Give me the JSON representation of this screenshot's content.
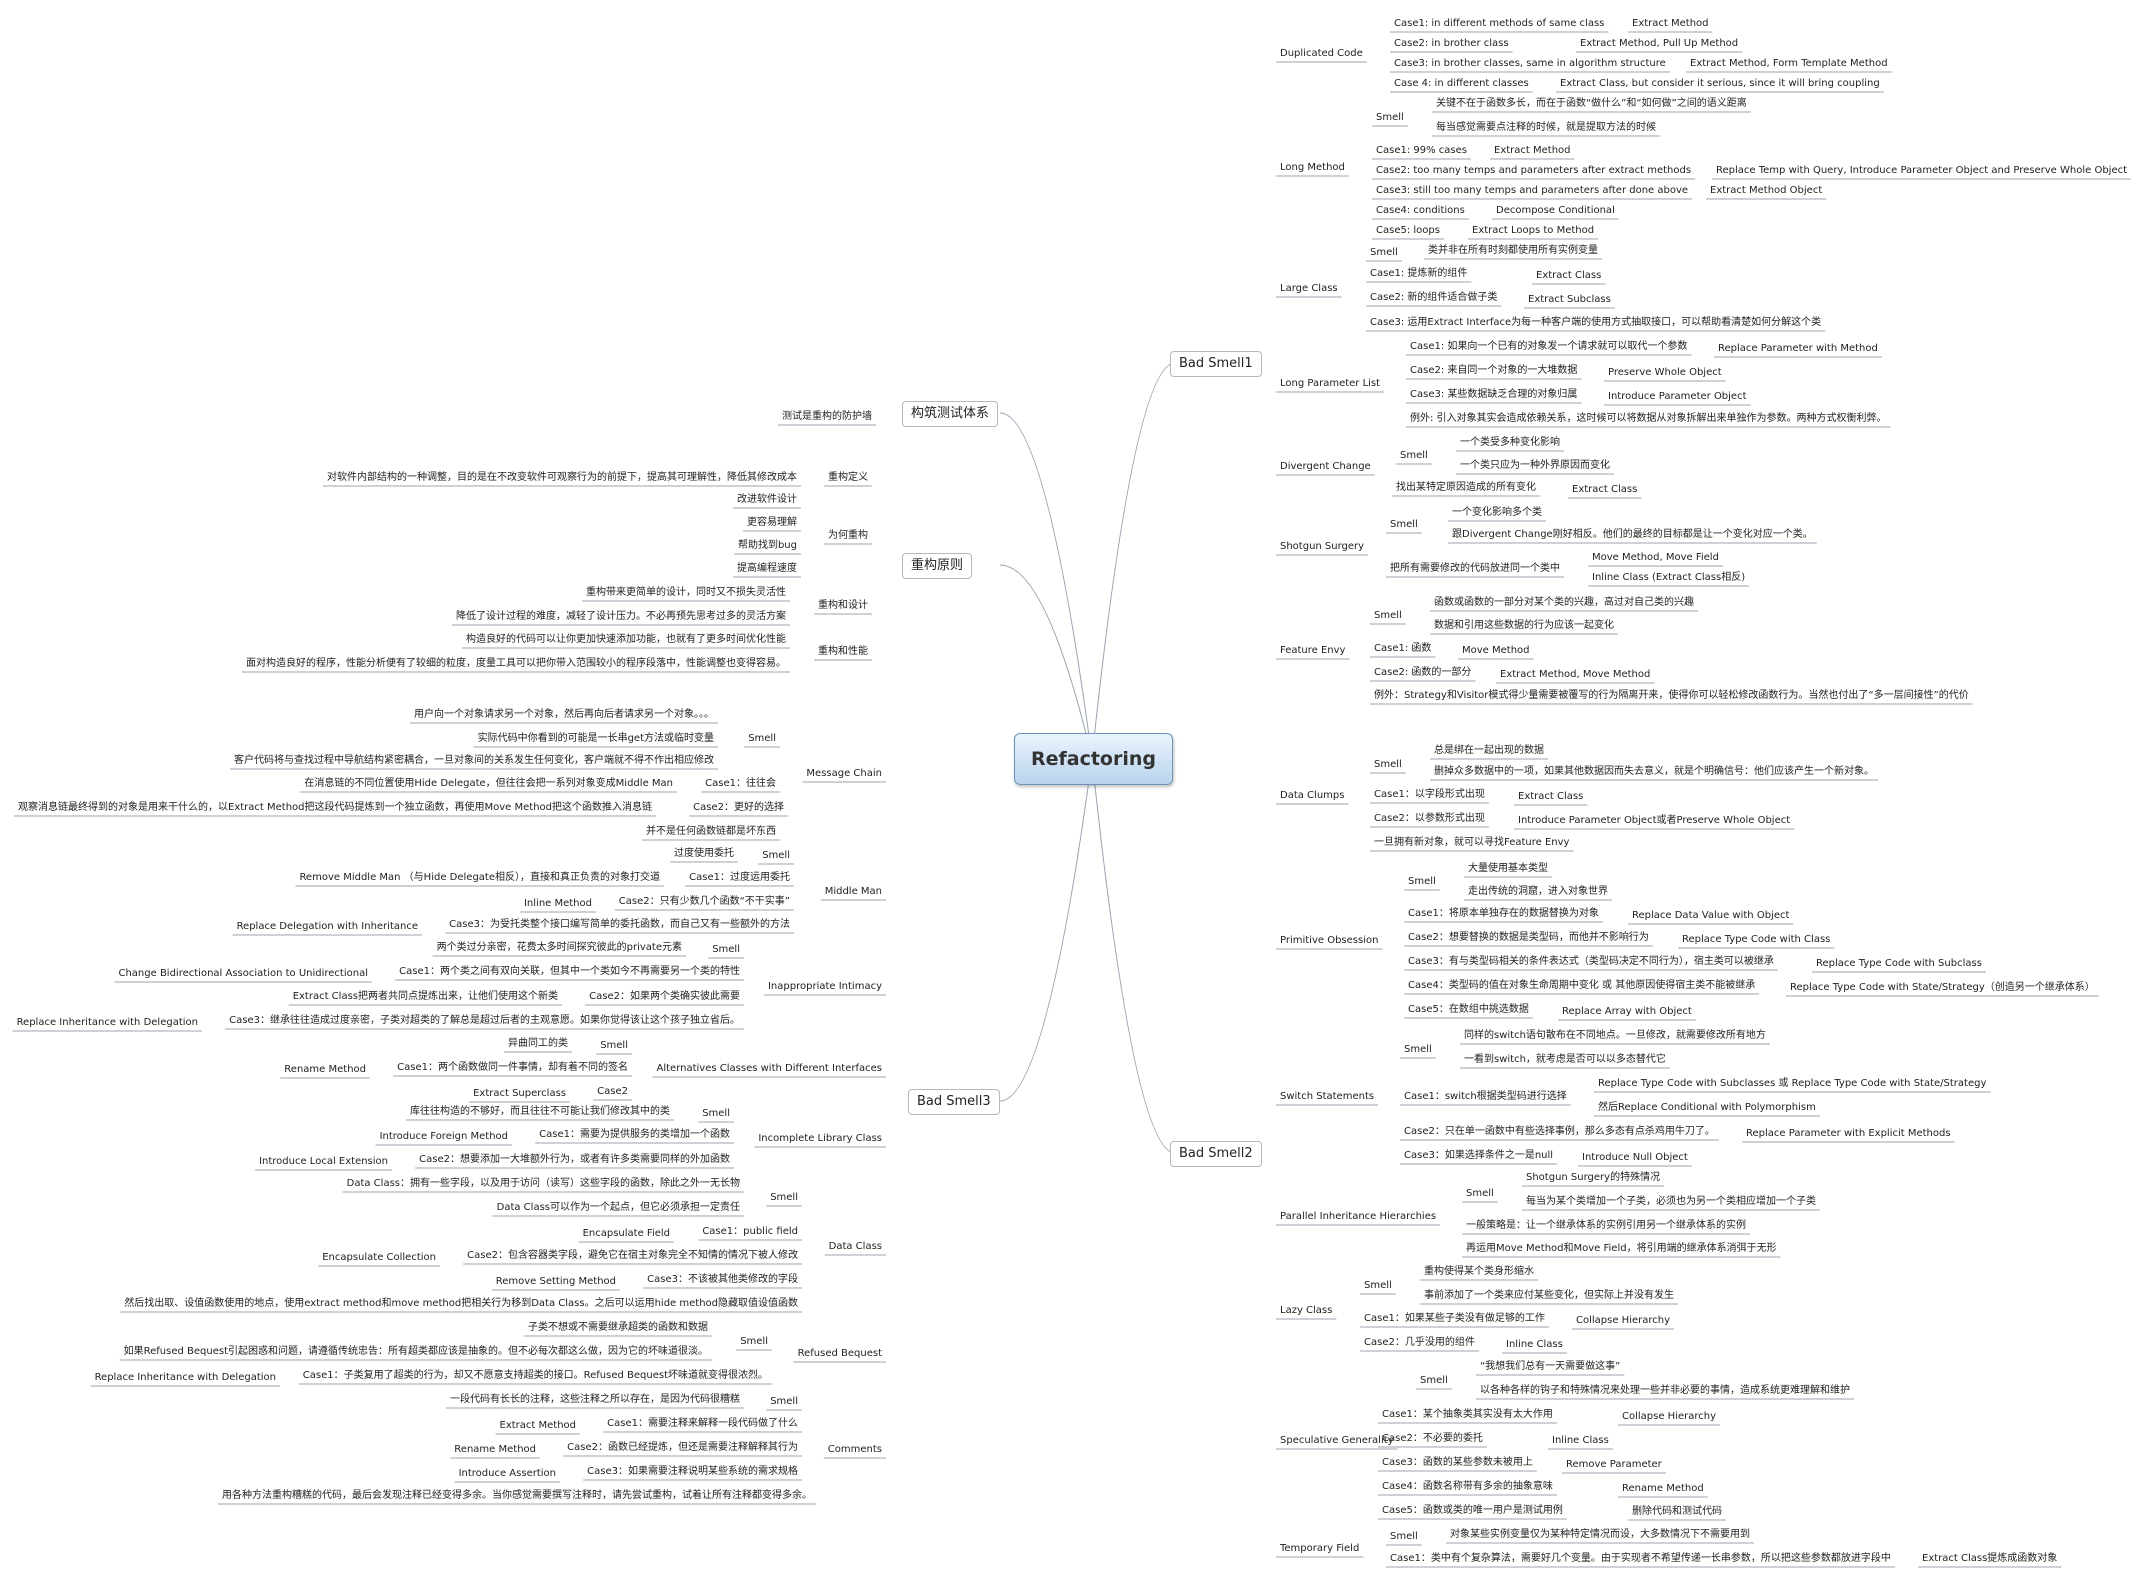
{
  "root": "Refactoring",
  "colors": {
    "line": "#9aa4b2",
    "root_border": "#6e93b8",
    "collapse": "#4a7fb5"
  },
  "main_branches": [
    "Bad Smell1",
    "Bad Smell2",
    "Bad Smell3",
    "构筑测试体系",
    "重构原则"
  ],
  "r": [
    [
      "Duplicated Code",
      1280,
      48
    ],
    [
      "Case1: in different methods of same class",
      1394,
      18
    ],
    [
      "Extract Method",
      1632,
      18
    ],
    [
      "Case2: in brother class",
      1394,
      38
    ],
    [
      "Extract Method, Pull Up Method",
      1580,
      38
    ],
    [
      "Case3: in brother classes, same in algorithm structure",
      1394,
      58
    ],
    [
      "Extract Method, Form Template Method",
      1690,
      58
    ],
    [
      "Case 4: in different classes",
      1394,
      78
    ],
    [
      "Extract Class, but consider it serious, since it will bring coupling",
      1560,
      78
    ],
    [
      "Long Method",
      1280,
      162
    ],
    [
      "Smell",
      1376,
      112
    ],
    [
      "关键不在于函数多长，而在于函数“做什么”和“如何做”之间的语义距离",
      1436,
      98
    ],
    [
      "每当感觉需要点注释的时候，就是提取方法的时候",
      1436,
      122
    ],
    [
      "Case1: 99% cases",
      1376,
      145
    ],
    [
      "Extract Method",
      1494,
      145
    ],
    [
      "Case2: too many temps and parameters after extract methods",
      1376,
      165
    ],
    [
      "Replace Temp with Query, Introduce Parameter Object and Preserve Whole Object",
      1716,
      165
    ],
    [
      "Case3: still too many temps and parameters after done above",
      1376,
      185
    ],
    [
      "Extract Method Object",
      1710,
      185
    ],
    [
      "Case4: conditions",
      1376,
      205
    ],
    [
      "Decompose Conditional",
      1496,
      205
    ],
    [
      "Case5: loops",
      1376,
      225
    ],
    [
      "Extract Loops to Method",
      1472,
      225
    ],
    [
      "Large Class",
      1280,
      283
    ],
    [
      "Smell",
      1370,
      247
    ],
    [
      "类并非在所有时刻都使用所有实例变量",
      1428,
      245
    ],
    [
      "Case1: 提炼新的组件",
      1370,
      268
    ],
    [
      "Extract Class",
      1536,
      270
    ],
    [
      "Case2: 新的组件适合做子类",
      1370,
      292
    ],
    [
      "Extract Subclass",
      1528,
      294
    ],
    [
      "Case3: 运用Extract Interface为每一种客户端的使用方式抽取接口，可以帮助看清楚如何分解这个类",
      1370,
      317
    ],
    [
      "Long Parameter List",
      1280,
      378
    ],
    [
      "Case1: 如果向一个已有的对象发一个请求就可以取代一个参数",
      1410,
      341
    ],
    [
      "Replace Parameter with Method",
      1718,
      343
    ],
    [
      "Case2: 来自同一个对象的一大堆数据",
      1410,
      365
    ],
    [
      "Preserve Whole Object",
      1608,
      367
    ],
    [
      "Case3: 某些数据缺乏合理的对象归属",
      1410,
      389
    ],
    [
      "Introduce Parameter Object",
      1608,
      391
    ],
    [
      "例外: 引入对象其实会造成依赖关系，这时候可以将数据从对象拆解出来单独作为参数。两种方式权衡利弊。",
      1410,
      413
    ],
    [
      "Divergent Change",
      1280,
      461
    ],
    [
      "Smell",
      1400,
      450
    ],
    [
      "一个类受多种变化影响",
      1460,
      437
    ],
    [
      "一个类只应为一种外界原因而变化",
      1460,
      460
    ],
    [
      "找出某特定原因造成的所有变化",
      1396,
      482
    ],
    [
      "Extract Class",
      1572,
      484
    ],
    [
      "Shotgun Surgery",
      1280,
      541
    ],
    [
      "Smell",
      1390,
      519
    ],
    [
      "一个变化影响多个类",
      1452,
      507
    ],
    [
      "跟Divergent Change刚好相反。他们的最终的目标都是让一个变化对应一个类。",
      1452,
      529
    ],
    [
      "把所有需要修改的代码放进同一个类中",
      1390,
      563
    ],
    [
      "Move Method, Move Field",
      1592,
      552
    ],
    [
      "Inline Class (Extract Class相反)",
      1592,
      572
    ],
    [
      "Feature Envy",
      1280,
      645
    ],
    [
      "Smell",
      1374,
      610
    ],
    [
      "函数或函数的一部分对某个类的兴趣，高过对自己类的兴趣",
      1434,
      597
    ],
    [
      "数据和引用这些数据的行为应该一起变化",
      1434,
      620
    ],
    [
      "Case1: 函数",
      1374,
      643
    ],
    [
      "Move Method",
      1462,
      645
    ],
    [
      "Case2: 函数的一部分",
      1374,
      667
    ],
    [
      "Extract Method, Move Method",
      1500,
      669
    ],
    [
      "例外：Strategy和Visitor模式得少量需要被覆写的行为隔离开来，使得你可以轻松修改函数行为。当然也付出了“多一层间接性”的代价",
      1374,
      690
    ],
    [
      "Data Clumps",
      1280,
      790
    ],
    [
      "Smell",
      1374,
      759
    ],
    [
      "总是绑在一起出现的数据",
      1434,
      745
    ],
    [
      "删掉众多数据中的一项，如果其他数据因而失去意义，就是个明确信号：他们应该产生一个新对象。",
      1434,
      766
    ],
    [
      "Case1：以字段形式出现",
      1374,
      789
    ],
    [
      "Extract Class",
      1518,
      791
    ],
    [
      "Case2：以参数形式出现",
      1374,
      813
    ],
    [
      "Introduce Parameter Object或者Preserve Whole Object",
      1518,
      815
    ],
    [
      "一旦拥有新对象，就可以寻找Feature Envy",
      1374,
      837
    ],
    [
      "Primitive Obsession",
      1280,
      935
    ],
    [
      "Smell",
      1408,
      876
    ],
    [
      "大量使用基本类型",
      1468,
      863
    ],
    [
      "走出传统的洞窟，进入对象世界",
      1468,
      886
    ],
    [
      "Case1：将原本单独存在的数据替换为对象",
      1408,
      908
    ],
    [
      "Replace Data Value with Object",
      1632,
      910
    ],
    [
      "Case2：想要替换的数据是类型码，而他并不影响行为",
      1408,
      932
    ],
    [
      "Replace Type Code with Class",
      1682,
      934
    ],
    [
      "Case3：有与类型码相关的条件表达式（类型码决定不同行为），宿主类可以被继承",
      1408,
      956
    ],
    [
      "Replace Type Code with Subclass",
      1816,
      958
    ],
    [
      "Case4：类型码的值在对象生命周期中变化 或 其他原因使得宿主类不能被继承",
      1408,
      980
    ],
    [
      "Replace Type Code with State/Strategy（创造另一个继承体系）",
      1790,
      982
    ],
    [
      "Case5：在数组中挑选数据",
      1408,
      1004
    ],
    [
      "Replace Array with Object",
      1562,
      1006
    ],
    [
      "Switch Statements",
      1280,
      1091
    ],
    [
      "Smell",
      1404,
      1044
    ],
    [
      "同样的switch语句散布在不同地点。一旦修改，就需要修改所有地方",
      1464,
      1030
    ],
    [
      "一看到switch，就考虑是否可以以多态替代它",
      1464,
      1054
    ],
    [
      "Case1：switch根据类型码进行选择",
      1404,
      1091
    ],
    [
      "Replace Type Code with Subclasses 或 Replace Type Code with State/Strategy",
      1598,
      1078
    ],
    [
      "然后Replace Conditional with Polymorphism",
      1598,
      1102
    ],
    [
      "Case2：只在单一函数中有些选择事例，那么多态有点杀鸡用牛刀了。",
      1404,
      1126
    ],
    [
      "Replace Parameter with Explicit Methods",
      1746,
      1128
    ],
    [
      "Case3：如果选择条件之一是null",
      1404,
      1150
    ],
    [
      "Introduce Null Object",
      1582,
      1152
    ],
    [
      "Parallel Inheritance Hierarchies",
      1280,
      1211
    ],
    [
      "Shotgun Surgery的特殊情况",
      1526,
      1172
    ],
    [
      "Smell",
      1466,
      1188
    ],
    [
      "每当为某个类增加一个子类，必须也为另一个类相应增加一个子类",
      1526,
      1196
    ],
    [
      "一般策略是：让一个继承体系的实例引用另一个继承体系的实例",
      1466,
      1220
    ],
    [
      "再运用Move Method和Move Field，将引用端的继承体系消弭于无形",
      1466,
      1243
    ],
    [
      "Lazy Class",
      1280,
      1305
    ],
    [
      "Smell",
      1364,
      1280
    ],
    [
      "重构使得某个类身形缩水",
      1424,
      1266
    ],
    [
      "事前添加了一个类来应付某些变化，但实际上并没有发生",
      1424,
      1290
    ],
    [
      "Case1：如果某些子类没有做足够的工作",
      1364,
      1313
    ],
    [
      "Collapse Hierarchy",
      1576,
      1315
    ],
    [
      "Case2：几乎没用的组件",
      1364,
      1337
    ],
    [
      "Inline Class",
      1506,
      1339
    ],
    [
      "Speculative Generality",
      1280,
      1435
    ],
    [
      "Smell",
      1420,
      1375
    ],
    [
      "“我想我们总有一天需要做这事”",
      1480,
      1361
    ],
    [
      "以各种各样的钩子和特殊情况来处理一些并非必要的事情，造成系统更难理解和维护",
      1480,
      1385
    ],
    [
      "Case1：某个抽象类其实没有太大作用",
      1382,
      1409
    ],
    [
      "Collapse Hierarchy",
      1622,
      1411
    ],
    [
      "Case2：不必要的委托",
      1382,
      1433
    ],
    [
      "Inline Class",
      1552,
      1435
    ],
    [
      "Case3：函数的某些参数未被用上",
      1382,
      1457
    ],
    [
      "Remove Parameter",
      1566,
      1459
    ],
    [
      "Case4：函数名称带有多余的抽象意味",
      1382,
      1481
    ],
    [
      "Rename Method",
      1622,
      1483
    ],
    [
      "Case5：函数或类的唯一用户是测试用例",
      1382,
      1505
    ],
    [
      "删除代码和测试代码",
      1632,
      1506
    ],
    [
      "Temporary Field",
      1280,
      1543
    ],
    [
      "Smell",
      1390,
      1531
    ],
    [
      "对象某些实例变量仅为某种特定情况而设，大多数情况下不需要用到",
      1450,
      1529
    ],
    [
      "Case1：类中有个复杂算法，需要好几个变量。由于实现者不希望传递一长串参数，所以把这些参数都放进字段中",
      1390,
      1553
    ],
    [
      "Extract Class提炼成函数对象",
      1922,
      1553
    ]
  ],
  "l": [
    [
      "测试是重构的防护墙",
      872,
      411
    ],
    [
      "重构定义",
      868,
      472
    ],
    [
      "对软件内部结构的一种调整，目的是在不改变软件可观察行为的前提下，提高其可理解性，降低其修改成本",
      797,
      472
    ],
    [
      "为何重构",
      868,
      530
    ],
    [
      "改进软件设计",
      797,
      494
    ],
    [
      "更容易理解",
      797,
      517
    ],
    [
      "帮助找到bug",
      797,
      540
    ],
    [
      "提高编程速度",
      797,
      563
    ],
    [
      "重构和设计",
      868,
      600
    ],
    [
      "重构带来更简单的设计，同时又不损失灵活性",
      786,
      587
    ],
    [
      "降低了设计过程的难度，减轻了设计压力。不必再预先思考过多的灵活方案",
      786,
      611
    ],
    [
      "重构和性能",
      868,
      646
    ],
    [
      "构造良好的代码可以让你更加快速添加功能，也就有了更多时间优化性能",
      786,
      634
    ],
    [
      "面对构造良好的程序，性能分析便有了较细的粒度，度量工具可以把你带入范围较小的程序段落中，性能调整也变得容易。",
      786,
      658
    ],
    [
      "Message Chain",
      882,
      768
    ],
    [
      "Smell",
      776,
      733
    ],
    [
      "用户向一个对象请求另一个对象，然后再向后者请求另一个对象。。。",
      714,
      709
    ],
    [
      "实际代码中你看到的可能是一长串get方法或临时变量",
      714,
      733
    ],
    [
      "客户代码将与查找过程中导航结构紧密耦合，一旦对象间的关系发生任何变化，客户端就不得不作出相应修改",
      714,
      755
    ],
    [
      "Case1：往往会",
      776,
      778
    ],
    [
      "在消息链的不同位置使用Hide Delegate，但往往会把一系列对象变成Middle Man",
      673,
      778
    ],
    [
      "Case2：更好的选择",
      784,
      802
    ],
    [
      "观察消息链最终得到的对象是用来干什么的，以Extract Method把这段代码提炼到一个独立函数，再使用Move Method把这个函数推入消息链",
      652,
      802
    ],
    [
      "并不是任何函数链都是坏东西",
      776,
      826
    ],
    [
      "Middle Man",
      882,
      886
    ],
    [
      "Smell",
      790,
      850
    ],
    [
      "过度使用委托",
      734,
      848
    ],
    [
      "Case1：过度运用委托",
      790,
      872
    ],
    [
      "Remove Middle Man （与Hide Delegate相反），直接和真正负责的对象打交道",
      660,
      872
    ],
    [
      "Case2：只有少数几个函数“不干实事”",
      790,
      896
    ],
    [
      "Inline Method",
      592,
      898
    ],
    [
      "Case3：为受托类整个接口编写简单的委托函数，而自己又有一些额外的方法",
      790,
      919
    ],
    [
      "Replace Delegation with Inheritance",
      418,
      921
    ],
    [
      "Inappropriate Intimacy",
      882,
      981
    ],
    [
      "Smell",
      740,
      944
    ],
    [
      "两个类过分亲密，花费太多时间探究彼此的private元素",
      682,
      942
    ],
    [
      "Case1：两个类之间有双向关联，但其中一个类如今不再需要另一个类的特性",
      740,
      966
    ],
    [
      "Change Bidirectional Association to Unidirectional",
      368,
      968
    ],
    [
      "Case2：如果两个类确实彼此需要",
      740,
      991
    ],
    [
      "Extract Class把两者共同点提炼出来，让他们使用这个新类",
      558,
      991
    ],
    [
      "Case3：继承往往造成过度亲密，子类对超类的了解总是超过后者的主观意愿。如果你觉得该让这个孩子独立省后。",
      740,
      1015
    ],
    [
      "Replace Inheritance with Delegation",
      198,
      1017
    ],
    [
      "Alternatives Classes with Different Interfaces",
      882,
      1063
    ],
    [
      "Smell",
      628,
      1040
    ],
    [
      "异曲同工的类",
      568,
      1038
    ],
    [
      "Case1：两个函数做同一件事情，却有着不同的签名",
      628,
      1062
    ],
    [
      "Rename Method",
      366,
      1064
    ],
    [
      "Case2",
      628,
      1086
    ],
    [
      "Extract Superclass",
      566,
      1088
    ],
    [
      "Incomplete Library Class",
      882,
      1133
    ],
    [
      "Smell",
      730,
      1108
    ],
    [
      "库往往构造的不够好，而且往往不可能让我们修改其中的类",
      670,
      1106
    ],
    [
      "Case1：需要为提供服务的类增加一个函数",
      730,
      1129
    ],
    [
      "Introduce Foreign Method",
      508,
      1131
    ],
    [
      "Case2：想要添加一大堆额外行为，或者有许多类需要同样的外加函数",
      730,
      1154
    ],
    [
      "Introduce Local Extension",
      388,
      1156
    ],
    [
      "Data Class",
      882,
      1241
    ],
    [
      "Smell",
      798,
      1192
    ],
    [
      "Data Class：拥有一些字段，以及用于访问（读写）这些字段的函数，除此之外一无长物",
      740,
      1178
    ],
    [
      "Data Class可以作为一个起点，但它必须承担一定责任",
      740,
      1202
    ],
    [
      "Case1：public field",
      798,
      1226
    ],
    [
      "Encapsulate Field",
      670,
      1228
    ],
    [
      "Case2：包含容器类字段，避免它在宿主对象完全不知情的情况下被人修改",
      798,
      1250
    ],
    [
      "Encapsulate Collection",
      436,
      1252
    ],
    [
      "Case3：不该被其他类修改的字段",
      798,
      1274
    ],
    [
      "Remove Setting Method",
      616,
      1276
    ],
    [
      "然后找出取、设值函数使用的地点，使用extract method和move method把相关行为移到Data Class。之后可以运用hide method隐藏取值设值函数",
      798,
      1298
    ],
    [
      "Refused Bequest",
      882,
      1348
    ],
    [
      "Smell",
      768,
      1336
    ],
    [
      "子类不想或不需要继承超类的函数和数据",
      708,
      1322
    ],
    [
      "如果Refused Bequest引起困惑和问题，请遵循传统忠告：所有超类都应该是抽象的。但不必每次都这么做，因为它的坏味道很淡。",
      708,
      1346
    ],
    [
      "Case1：子类复用了超类的行为，却又不愿意支持超类的接口。Refused Bequest坏味道就变得很浓烈。",
      768,
      1370
    ],
    [
      "Replace Inheritance with Delegation",
      276,
      1372
    ],
    [
      "Comments",
      882,
      1444
    ],
    [
      "Smell",
      798,
      1396
    ],
    [
      "一段代码有长长的注释，这些注释之所以存在，是因为代码很糟糕",
      740,
      1394
    ],
    [
      "Case1：需要注释来解释一段代码做了什么",
      798,
      1418
    ],
    [
      "Extract Method",
      576,
      1420
    ],
    [
      "Case2：函数已经提炼，但还是需要注释解释其行为",
      798,
      1442
    ],
    [
      "Rename Method",
      536,
      1444
    ],
    [
      "Case3：如果需要注释说明某些系统的需求规格",
      798,
      1466
    ],
    [
      "Introduce Assertion",
      556,
      1468
    ],
    [
      "用各种方法重构糟糕的代码，最后会发现注释已经变得多余。当你感觉需要撰写注释时，请先尝试重构，试着让所有注释都变得多余。",
      812,
      1490
    ]
  ]
}
